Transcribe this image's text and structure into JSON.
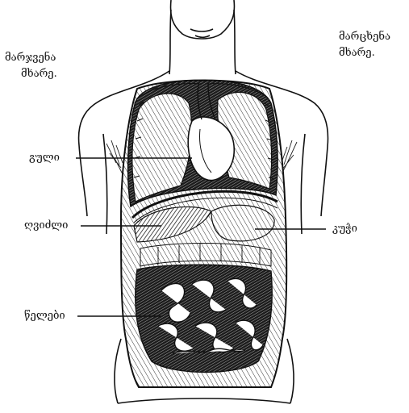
{
  "figure": {
    "side_right": [
      "მარჯვენა",
      "მხარე."
    ],
    "side_left": [
      "მარცხენა",
      "მხარე."
    ],
    "labels": {
      "heart": "გული",
      "liver": "ღვიძლი",
      "stomach": "კუჭი",
      "intestines": "წელები"
    }
  }
}
